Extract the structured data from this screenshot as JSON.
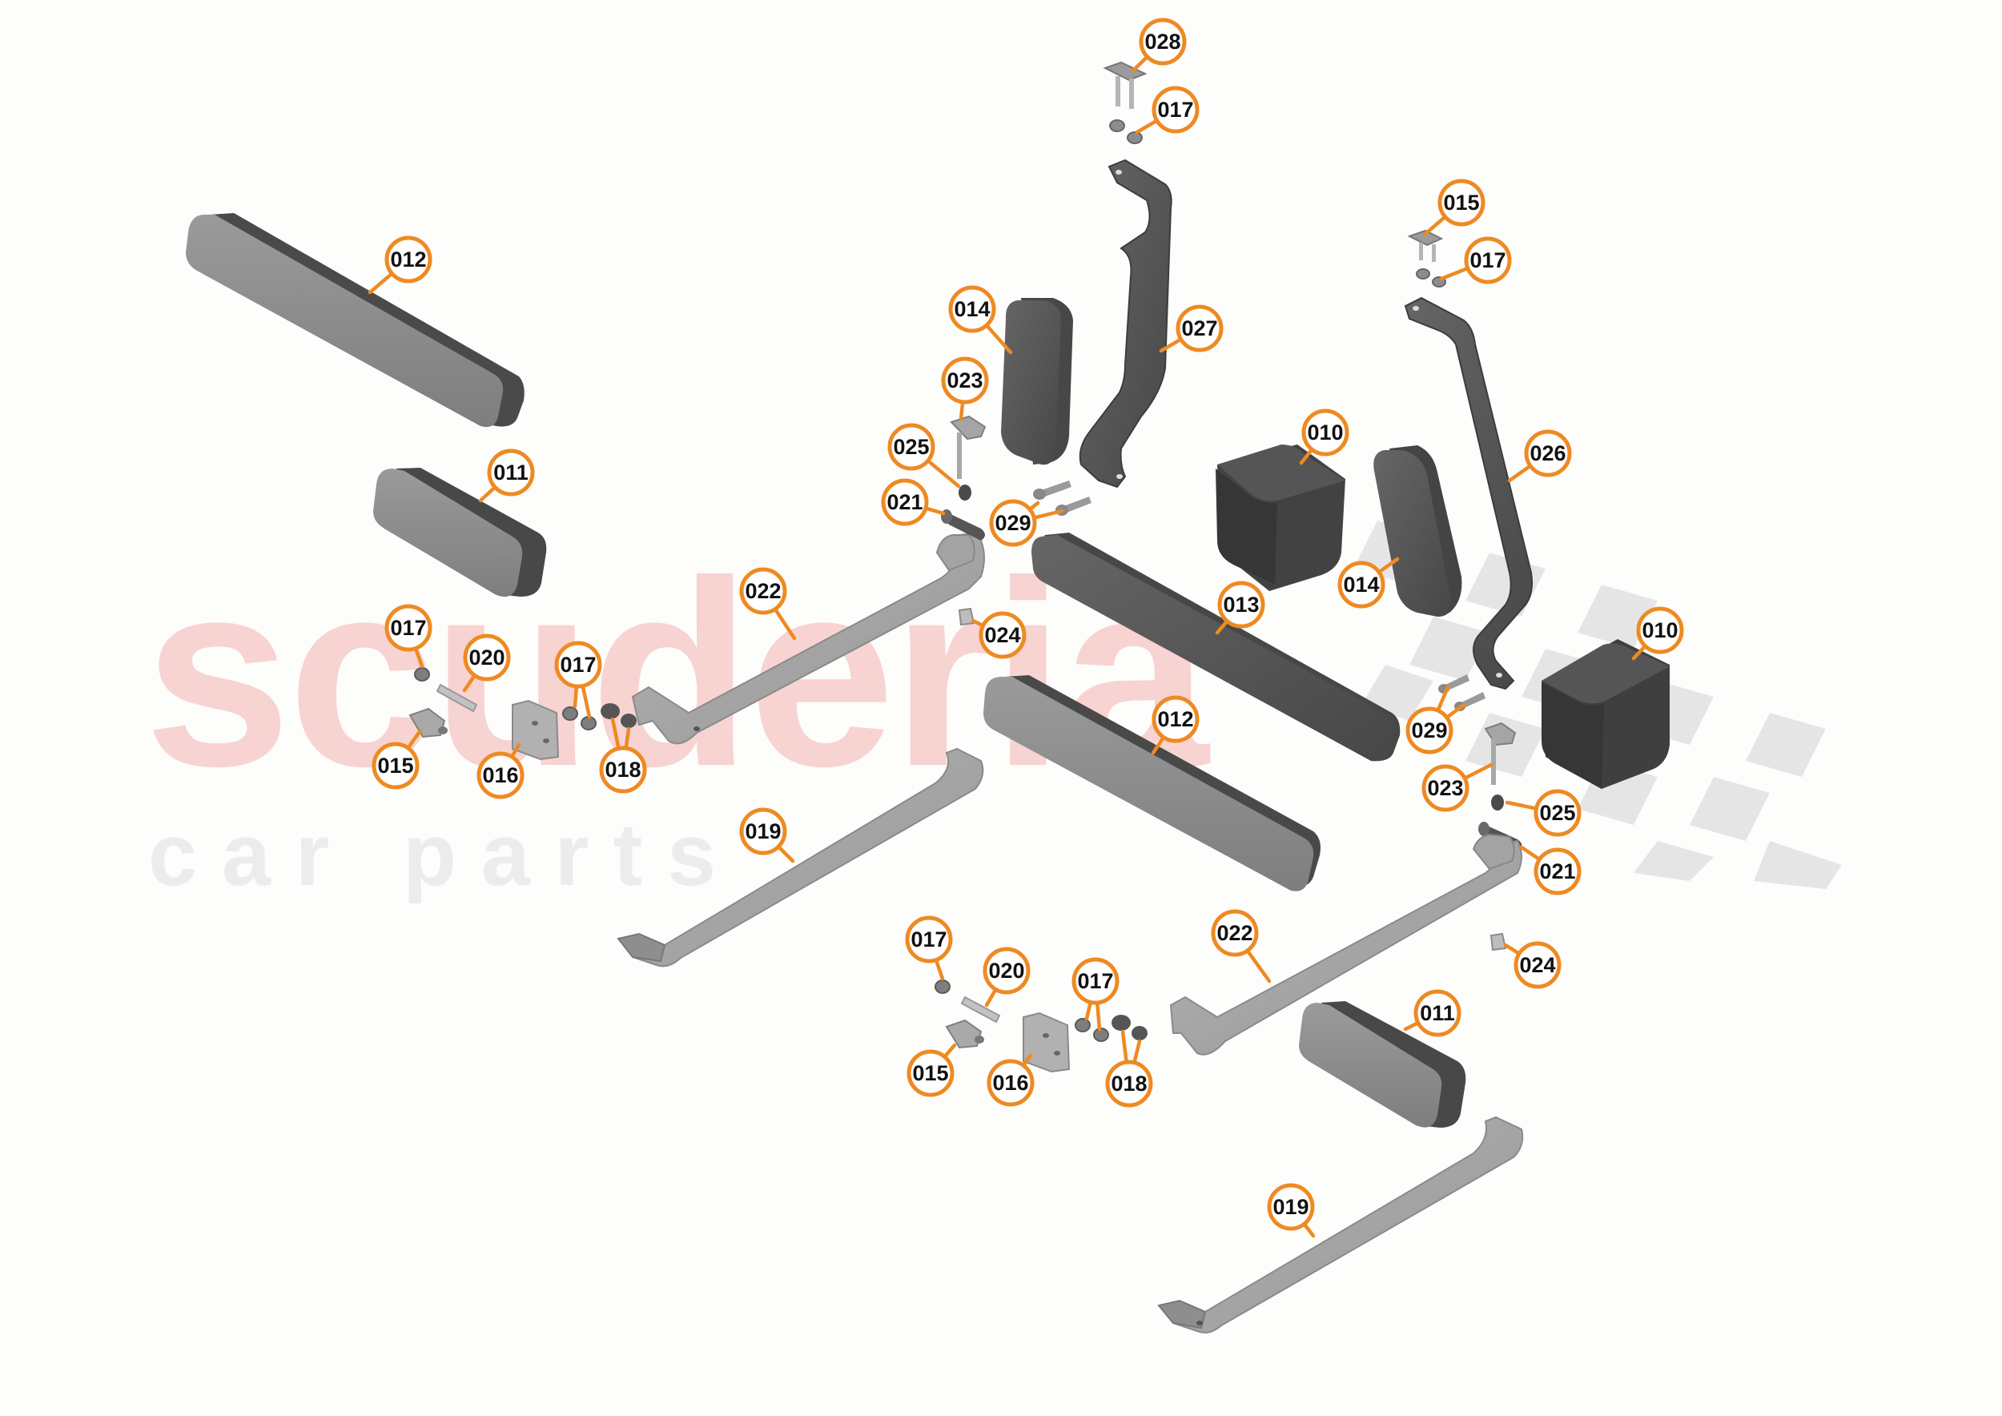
{
  "watermark": {
    "brand": "scuderia",
    "tagline": "c a r   p a r t s"
  },
  "colors": {
    "callout": "#ee8a22",
    "part_dark": "#565656",
    "part_mid": "#8c8c8c",
    "part_light": "#a9a9a9",
    "watermark_red": "#f7cccc"
  },
  "callouts": [
    {
      "id": "c-012-a",
      "label": "012"
    },
    {
      "id": "c-011-a",
      "label": "011"
    },
    {
      "id": "c-017-a",
      "label": "017"
    },
    {
      "id": "c-020-a",
      "label": "020"
    },
    {
      "id": "c-015-a",
      "label": "015"
    },
    {
      "id": "c-016-a",
      "label": "016"
    },
    {
      "id": "c-017-b",
      "label": "017"
    },
    {
      "id": "c-018-a",
      "label": "018"
    },
    {
      "id": "c-022-a",
      "label": "022"
    },
    {
      "id": "c-019-a",
      "label": "019"
    },
    {
      "id": "c-014-a",
      "label": "014"
    },
    {
      "id": "c-023-a",
      "label": "023"
    },
    {
      "id": "c-025-a",
      "label": "025"
    },
    {
      "id": "c-021-a",
      "label": "021"
    },
    {
      "id": "c-029-a",
      "label": "029"
    },
    {
      "id": "c-024-a",
      "label": "024"
    },
    {
      "id": "c-028-a",
      "label": "028"
    },
    {
      "id": "c-017-c",
      "label": "017"
    },
    {
      "id": "c-027-a",
      "label": "027"
    },
    {
      "id": "c-013-a",
      "label": "013"
    },
    {
      "id": "c-012-b",
      "label": "012"
    },
    {
      "id": "c-010-a",
      "label": "010"
    },
    {
      "id": "c-014-b",
      "label": "014"
    },
    {
      "id": "c-015-b",
      "label": "015"
    },
    {
      "id": "c-017-d",
      "label": "017"
    },
    {
      "id": "c-026-a",
      "label": "026"
    },
    {
      "id": "c-010-b",
      "label": "010"
    },
    {
      "id": "c-029-b",
      "label": "029"
    },
    {
      "id": "c-023-b",
      "label": "023"
    },
    {
      "id": "c-025-b",
      "label": "025"
    },
    {
      "id": "c-021-b",
      "label": "021"
    },
    {
      "id": "c-024-b",
      "label": "024"
    },
    {
      "id": "c-022-b",
      "label": "022"
    },
    {
      "id": "c-011-b",
      "label": "011"
    },
    {
      "id": "c-017-e",
      "label": "017"
    },
    {
      "id": "c-020-b",
      "label": "020"
    },
    {
      "id": "c-015-c",
      "label": "015"
    },
    {
      "id": "c-016-b",
      "label": "016"
    },
    {
      "id": "c-017-f",
      "label": "017"
    },
    {
      "id": "c-018-b",
      "label": "018"
    },
    {
      "id": "c-019-b",
      "label": "019"
    }
  ]
}
